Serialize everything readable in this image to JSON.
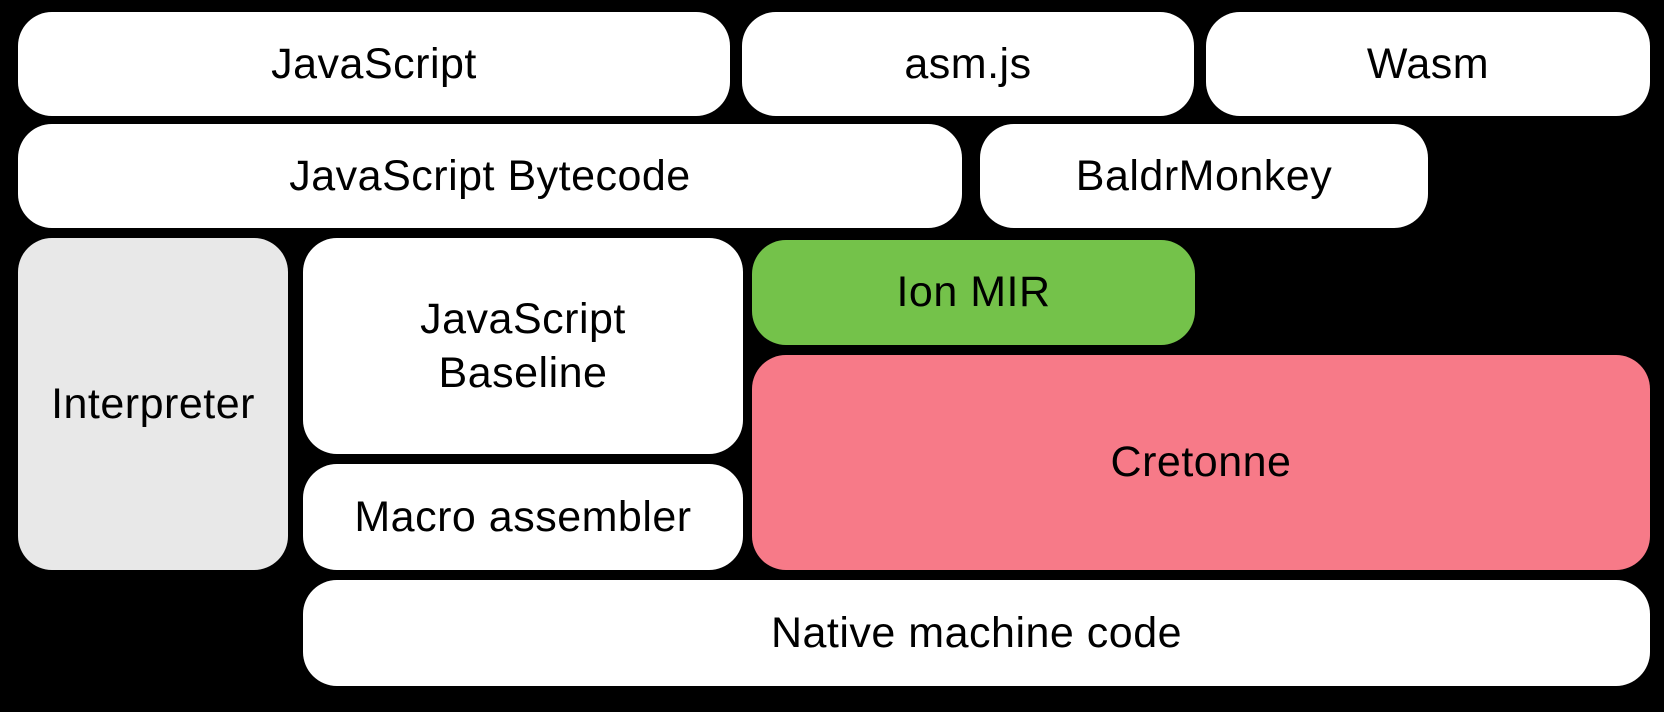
{
  "diagram": {
    "description": "Compiler pipeline block diagram",
    "colors": {
      "background": "#000000",
      "text": "#000000",
      "box_white": "#ffffff",
      "box_grey": "#e8e8e8",
      "box_green": "#74c24a",
      "box_pink": "#f77a88"
    },
    "nodes": [
      {
        "id": "javascript",
        "label": "JavaScript",
        "fill": "#ffffff"
      },
      {
        "id": "asm-js",
        "label": "asm.js",
        "fill": "#ffffff"
      },
      {
        "id": "wasm",
        "label": "Wasm",
        "fill": "#ffffff"
      },
      {
        "id": "javascript-bytecode",
        "label": "JavaScript Bytecode",
        "fill": "#ffffff"
      },
      {
        "id": "baldrmonkey",
        "label": "BaldrMonkey",
        "fill": "#ffffff"
      },
      {
        "id": "interpreter",
        "label": "Interpreter",
        "fill": "#e8e8e8"
      },
      {
        "id": "javascript-baseline",
        "label": "JavaScript\nBaseline",
        "fill": "#ffffff"
      },
      {
        "id": "ion-mir",
        "label": "Ion MIR",
        "fill": "#74c24a"
      },
      {
        "id": "cretonne",
        "label": "Cretonne",
        "fill": "#f77a88"
      },
      {
        "id": "macro-assembler",
        "label": "Macro assembler",
        "fill": "#ffffff"
      },
      {
        "id": "native-machine-code",
        "label": "Native machine code",
        "fill": "#ffffff"
      }
    ]
  }
}
